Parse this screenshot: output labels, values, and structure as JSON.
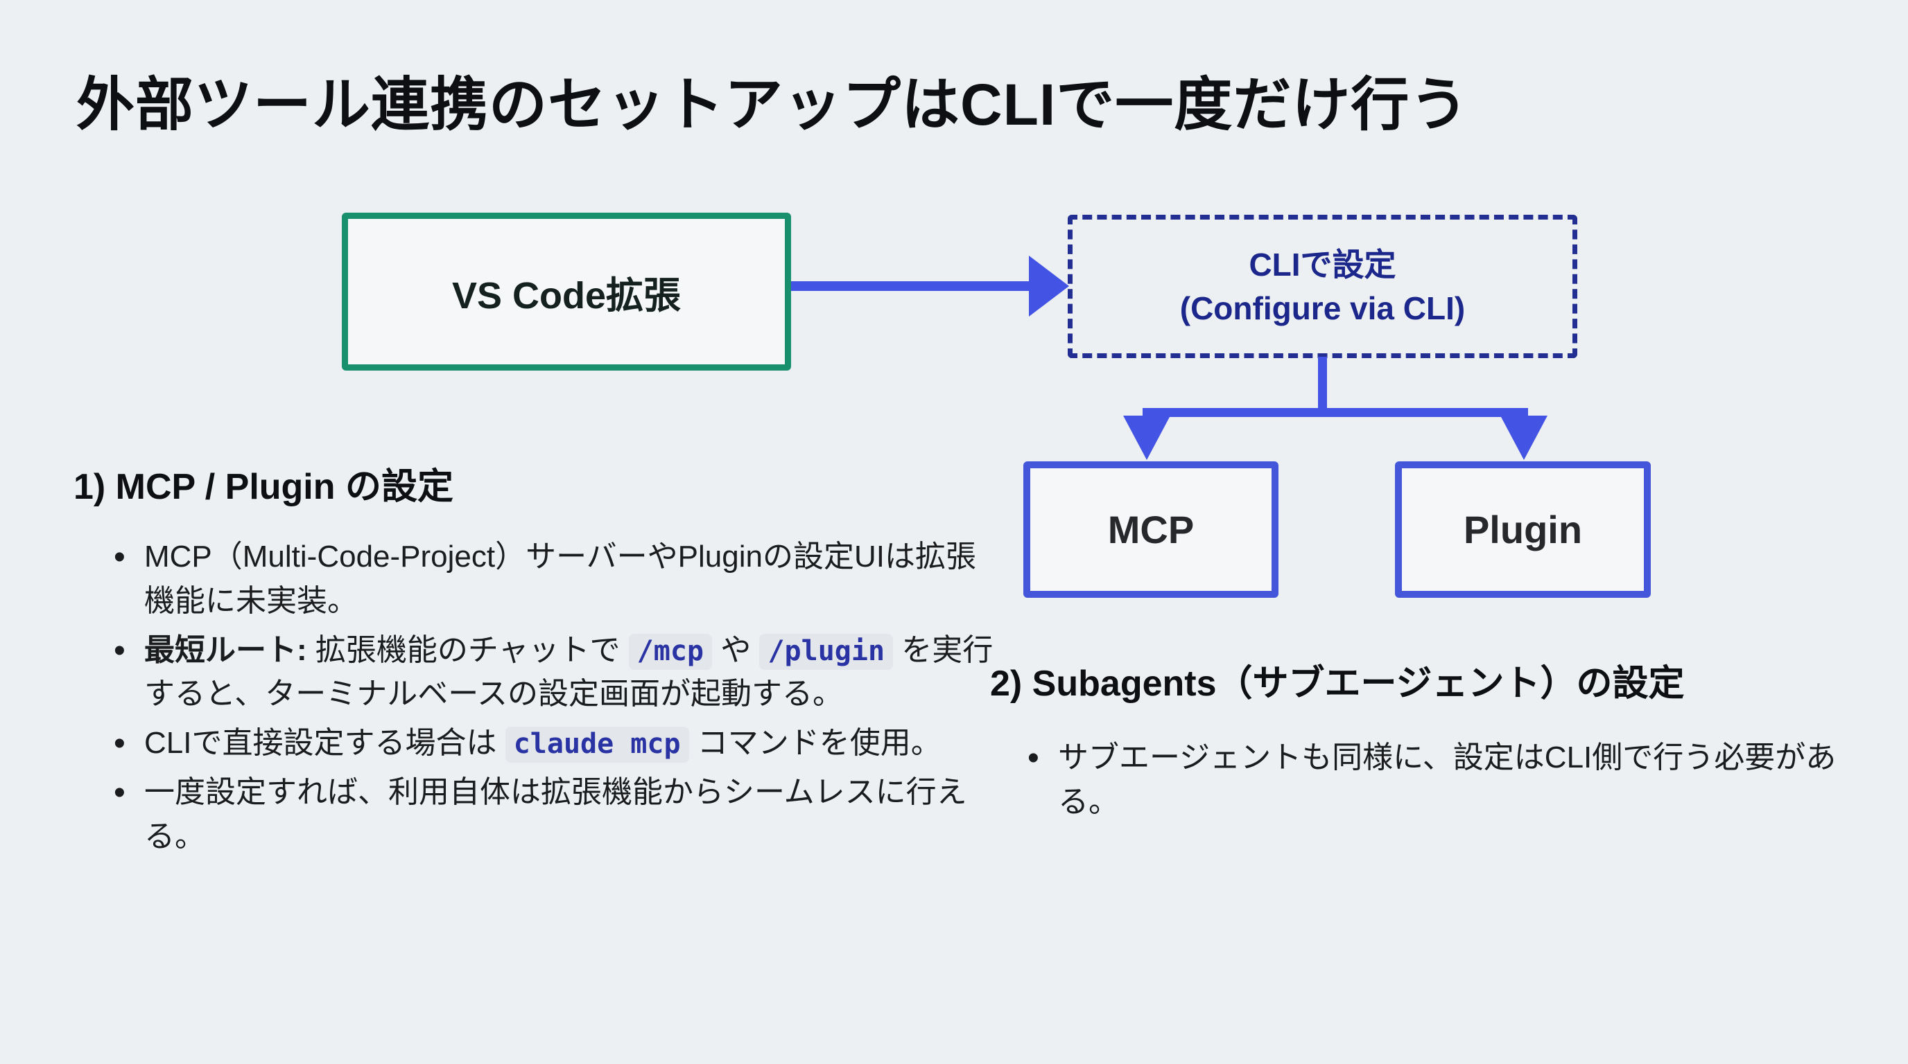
{
  "colors": {
    "page-bg": "#edf0f2",
    "box-bg": "#f5f7f8",
    "green": "#18906e",
    "navy": "#232e92",
    "navy-text": "#1c278c",
    "blue": "#4353e4",
    "blue-border": "#4457da",
    "text-dark": "#0e0f12",
    "body-text": "#1b1c1e",
    "code-bg": "#e3e6ea",
    "code-text": "#2933a3"
  },
  "title": "外部ツール連携のセットアップはCLIで一度だけ行う",
  "diagram": {
    "vscode_box": {
      "label": "VS Code拡張"
    },
    "cli_box": {
      "line1": "CLIで設定",
      "line2": "(Configure via CLI)"
    },
    "mcp_box": {
      "label": "MCP"
    },
    "plugin_box": {
      "label": "Plugin"
    }
  },
  "sections": {
    "mcp_plugin": {
      "heading": "1) MCP / Plugin の設定",
      "bullets": [
        [
          {
            "text": "MCP（Multi-Code-Project）サーバーやPluginの設定UIは拡張機能に未実装。",
            "style": "plain"
          }
        ],
        [
          {
            "text": "最短ルート:",
            "style": "bold"
          },
          {
            "text": " 拡張機能のチャットで ",
            "style": "plain"
          },
          {
            "text": "/mcp",
            "style": "code"
          },
          {
            "text": " や ",
            "style": "plain"
          },
          {
            "text": "/plugin",
            "style": "code"
          },
          {
            "text": " を実行すると、ターミナルベースの設定画面が起動する。",
            "style": "plain"
          }
        ],
        [
          {
            "text": "CLIで直接設定する場合は ",
            "style": "plain"
          },
          {
            "text": "claude mcp",
            "style": "code"
          },
          {
            "text": " コマンドを使用。",
            "style": "plain"
          }
        ],
        [
          {
            "text": "一度設定すれば、利用自体は拡張機能からシームレスに行える。",
            "style": "plain"
          }
        ]
      ]
    },
    "subagents": {
      "heading": "2) Subagents（サブエージェント）の設定",
      "bullets": [
        [
          {
            "text": "サブエージェントも同様に、設定はCLI側で行う必要がある。",
            "style": "plain"
          }
        ]
      ]
    }
  }
}
